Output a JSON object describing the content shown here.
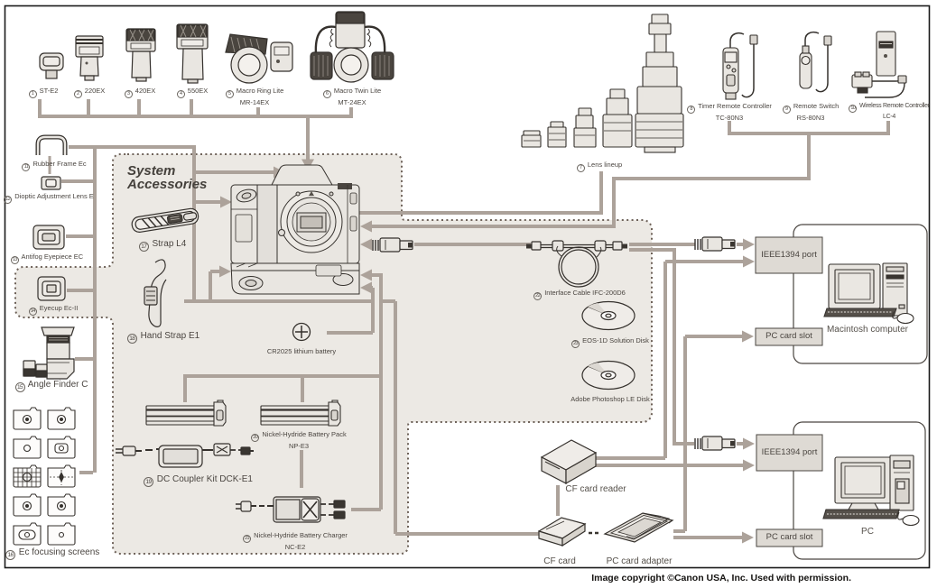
{
  "title": {
    "line1": "System",
    "line2": "Accessories"
  },
  "caption": "Image copyright ©Canon USA, Inc. Used with permission.",
  "items": {
    "st_e2": {
      "num": "1",
      "label": "ST-E2"
    },
    "ex220": {
      "num": "2",
      "label": "220EX"
    },
    "ex420": {
      "num": "3",
      "label": "420EX"
    },
    "ex550": {
      "num": "4",
      "label": "550EX"
    },
    "mr14ex": {
      "num": "5",
      "label": "Macro Ring Lite",
      "label2": "MR-14EX"
    },
    "mt24ex": {
      "num": "6",
      "label": "Macro Twin Lite",
      "label2": "MT-24EX"
    },
    "lens_lineup": {
      "num": "7",
      "label": "Lens lineup"
    },
    "tc80n3": {
      "num": "8",
      "label": "Timer Remote Controller",
      "label2": "TC-80N3"
    },
    "rs80n3": {
      "num": "9",
      "label": "Remote Switch",
      "label2": "RS-80N3"
    },
    "lc4": {
      "num": "10",
      "label": "Wireless Remote Controller",
      "label2": "LC-4"
    },
    "rubber_frame": {
      "num": "11",
      "label": "Rubber Frame Ec"
    },
    "dioptic": {
      "num": "12",
      "label": "Dioptic Adjustment Lens E"
    },
    "antifog": {
      "num": "13",
      "label": "Antifog Eyepiece EC"
    },
    "eyecup": {
      "num": "14",
      "label": "Eyecup Ec-II"
    },
    "angle_finder": {
      "num": "15",
      "label": "Angle Finder C"
    },
    "screens": {
      "num": "16",
      "label": "Ec focusing screens"
    },
    "strap_l4": {
      "num": "17",
      "label": "Strap L4"
    },
    "hand_strap": {
      "num": "18",
      "label": "Hand Strap E1"
    },
    "dc_coupler": {
      "num": "19",
      "label": "DC Coupler Kit DCK-E1"
    },
    "np_e3": {
      "num": "20",
      "label": "Nickel-Hydride Battery Pack",
      "label2": "NP-E3"
    },
    "nc_e2": {
      "num": "21",
      "label": "Nickel-Hydride Battery Charger",
      "label2": "NC-E2"
    },
    "iface_cable": {
      "num": "22",
      "label": "Interface Cable IFC-200D6"
    },
    "solution_disk": {
      "num": "23",
      "label": "EOS-1D Solution Disk"
    },
    "photoshop_disk": {
      "label": "Adobe Photoshop LE Disk"
    },
    "cr2025": {
      "label": "CR2025 lithium battery"
    },
    "cf_reader": {
      "label": "CF card reader"
    },
    "cf_card": {
      "label": "CF card"
    },
    "pc_adapter": {
      "label": "PC card adapter"
    }
  },
  "boxes": {
    "ieee1394_mac": "IEEE1394 port",
    "pccard_mac": "PC card slot",
    "ieee1394_pc": "IEEE1394 port",
    "pccard_pc": "PC card slot",
    "mac_label": "Macintosh computer",
    "pc_label": "PC"
  },
  "colors": {
    "background": "#ffffff",
    "outer_border": "#1a1a1a",
    "region_fill": "#ece9e4",
    "region_dash": "#6e6259",
    "connector": "#aca29a",
    "box_fill": "#dedad4",
    "box_border": "#4a4540",
    "ink": "#35312d",
    "device_fill": "#e9e6e1",
    "text": "#4a4540"
  }
}
